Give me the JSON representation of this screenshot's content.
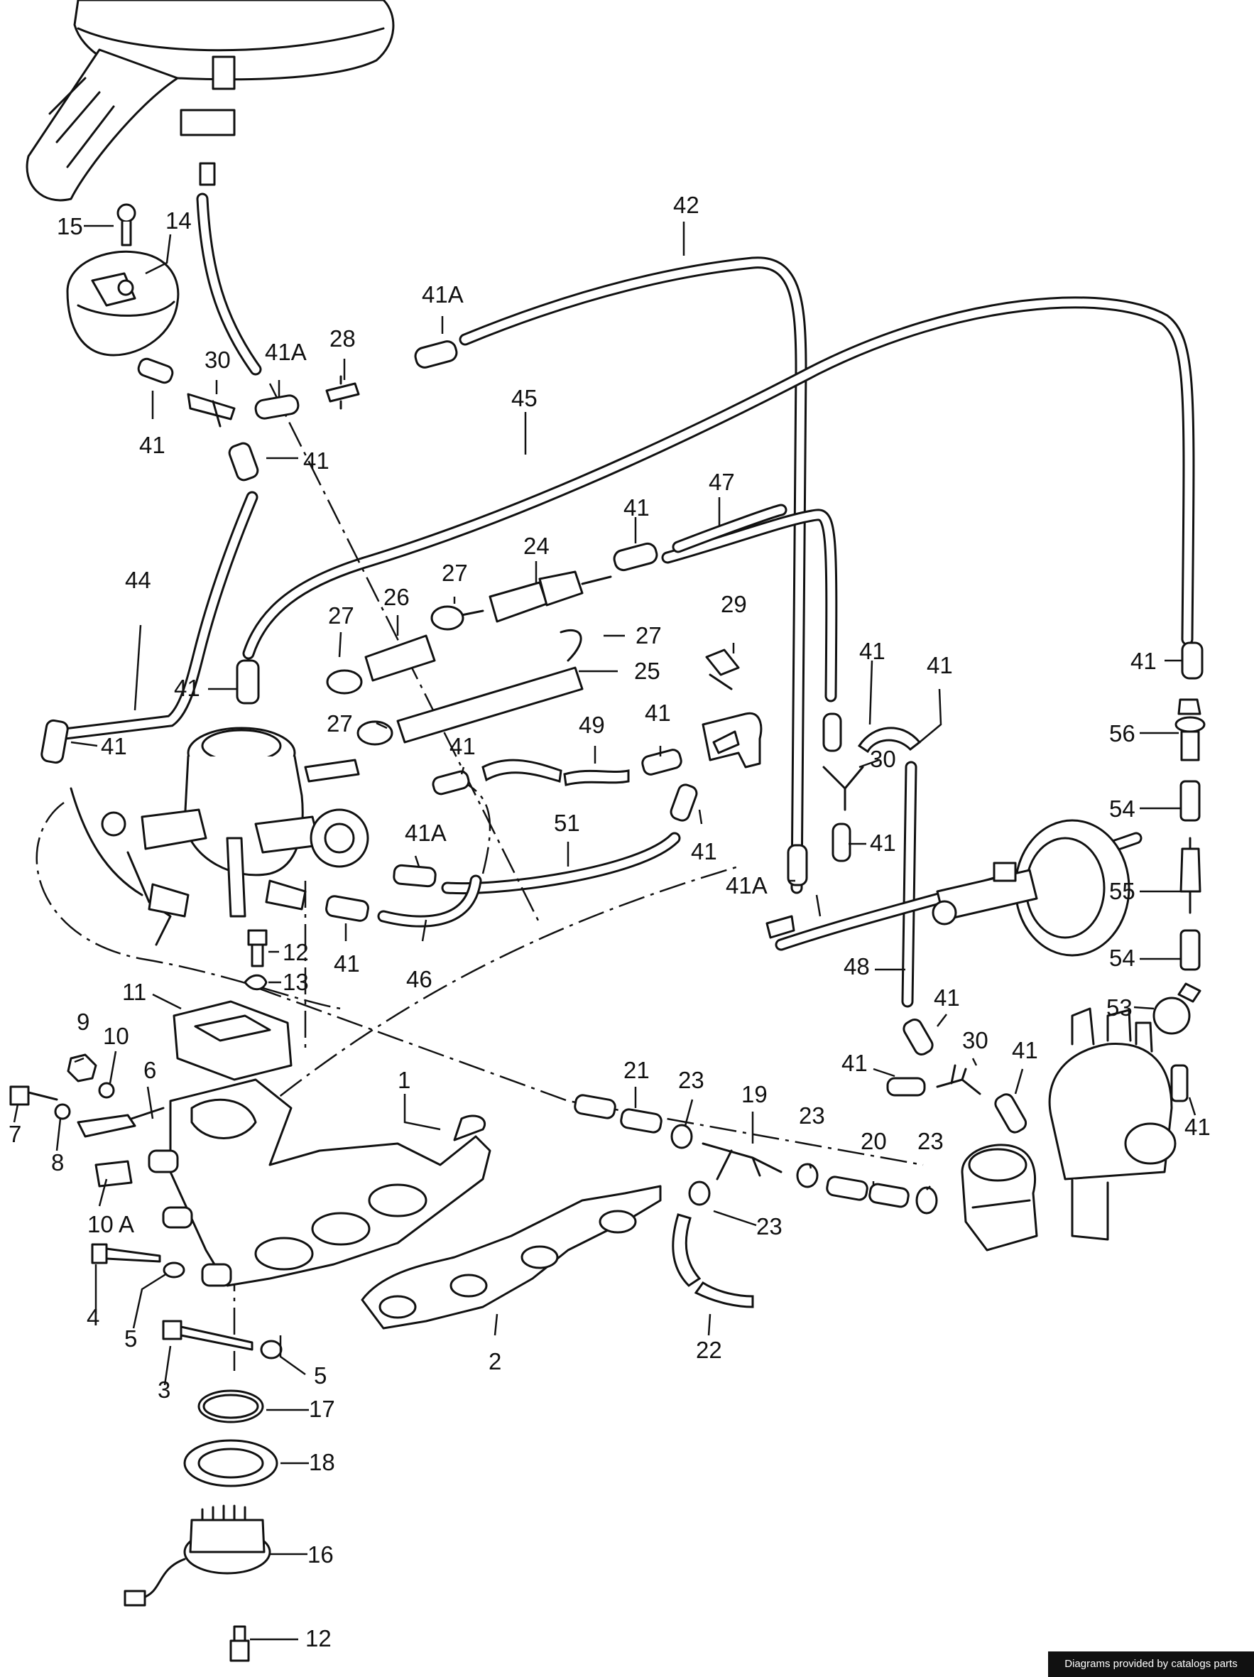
{
  "callouts": [
    {
      "id": "c15",
      "text": "15"
    },
    {
      "id": "c14",
      "text": "14"
    },
    {
      "id": "c42",
      "text": "42"
    },
    {
      "id": "c41A_a",
      "text": "41A"
    },
    {
      "id": "c28",
      "text": "28"
    },
    {
      "id": "c30_a",
      "text": "30"
    },
    {
      "id": "c41A_b",
      "text": "41A"
    },
    {
      "id": "c41_a",
      "text": "41"
    },
    {
      "id": "c41_b",
      "text": "41"
    },
    {
      "id": "c45",
      "text": "45"
    },
    {
      "id": "c47",
      "text": "47"
    },
    {
      "id": "c41_c",
      "text": "41"
    },
    {
      "id": "c24",
      "text": "24"
    },
    {
      "id": "c44",
      "text": "44"
    },
    {
      "id": "c27_a",
      "text": "27"
    },
    {
      "id": "c26",
      "text": "26"
    },
    {
      "id": "c27_b",
      "text": "27"
    },
    {
      "id": "c29",
      "text": "29"
    },
    {
      "id": "c27_c",
      "text": "27"
    },
    {
      "id": "c25",
      "text": "25"
    },
    {
      "id": "c41_d",
      "text": "41"
    },
    {
      "id": "c41_e",
      "text": "41"
    },
    {
      "id": "c41_f",
      "text": "41"
    },
    {
      "id": "c27_d",
      "text": "27"
    },
    {
      "id": "c49",
      "text": "49"
    },
    {
      "id": "c41_g",
      "text": "41"
    },
    {
      "id": "c41_h",
      "text": "41"
    },
    {
      "id": "c41_i",
      "text": "41"
    },
    {
      "id": "c56",
      "text": "56"
    },
    {
      "id": "c41_j",
      "text": "41"
    },
    {
      "id": "c30_b",
      "text": "30"
    },
    {
      "id": "c54_a",
      "text": "54"
    },
    {
      "id": "c51",
      "text": "51"
    },
    {
      "id": "c41A_c",
      "text": "41A"
    },
    {
      "id": "c41_k",
      "text": "41"
    },
    {
      "id": "c41_l",
      "text": "41"
    },
    {
      "id": "c55",
      "text": "55"
    },
    {
      "id": "c41A_d",
      "text": "41A"
    },
    {
      "id": "c12_a",
      "text": "12"
    },
    {
      "id": "c41_m",
      "text": "41"
    },
    {
      "id": "c46",
      "text": "46"
    },
    {
      "id": "c48",
      "text": "48"
    },
    {
      "id": "c54_b",
      "text": "54"
    },
    {
      "id": "c13",
      "text": "13"
    },
    {
      "id": "c11",
      "text": "11"
    },
    {
      "id": "c41_n",
      "text": "41"
    },
    {
      "id": "c53",
      "text": "53"
    },
    {
      "id": "c9",
      "text": "9"
    },
    {
      "id": "c10",
      "text": "10"
    },
    {
      "id": "c30_c",
      "text": "30"
    },
    {
      "id": "c41_o",
      "text": "41"
    },
    {
      "id": "c41_p",
      "text": "41"
    },
    {
      "id": "c6",
      "text": "6"
    },
    {
      "id": "c21",
      "text": "21"
    },
    {
      "id": "c23_a",
      "text": "23"
    },
    {
      "id": "c1",
      "text": "1"
    },
    {
      "id": "c19",
      "text": "19"
    },
    {
      "id": "c41_q",
      "text": "41"
    },
    {
      "id": "c7",
      "text": "7"
    },
    {
      "id": "c8",
      "text": "8"
    },
    {
      "id": "c23_b",
      "text": "23"
    },
    {
      "id": "c20",
      "text": "20"
    },
    {
      "id": "c23_c",
      "text": "23"
    },
    {
      "id": "c10A",
      "text": "10 A"
    },
    {
      "id": "c23_d",
      "text": "23"
    },
    {
      "id": "c4",
      "text": "4"
    },
    {
      "id": "c5_a",
      "text": "5"
    },
    {
      "id": "c2",
      "text": "2"
    },
    {
      "id": "c22",
      "text": "22"
    },
    {
      "id": "c3",
      "text": "3"
    },
    {
      "id": "c5_b",
      "text": "5"
    },
    {
      "id": "c17",
      "text": "17"
    },
    {
      "id": "c18",
      "text": "18"
    },
    {
      "id": "c16",
      "text": "16"
    },
    {
      "id": "c12_b",
      "text": "12"
    }
  ],
  "footer": {
    "credit": "Diagrams provided by catalogs parts"
  }
}
